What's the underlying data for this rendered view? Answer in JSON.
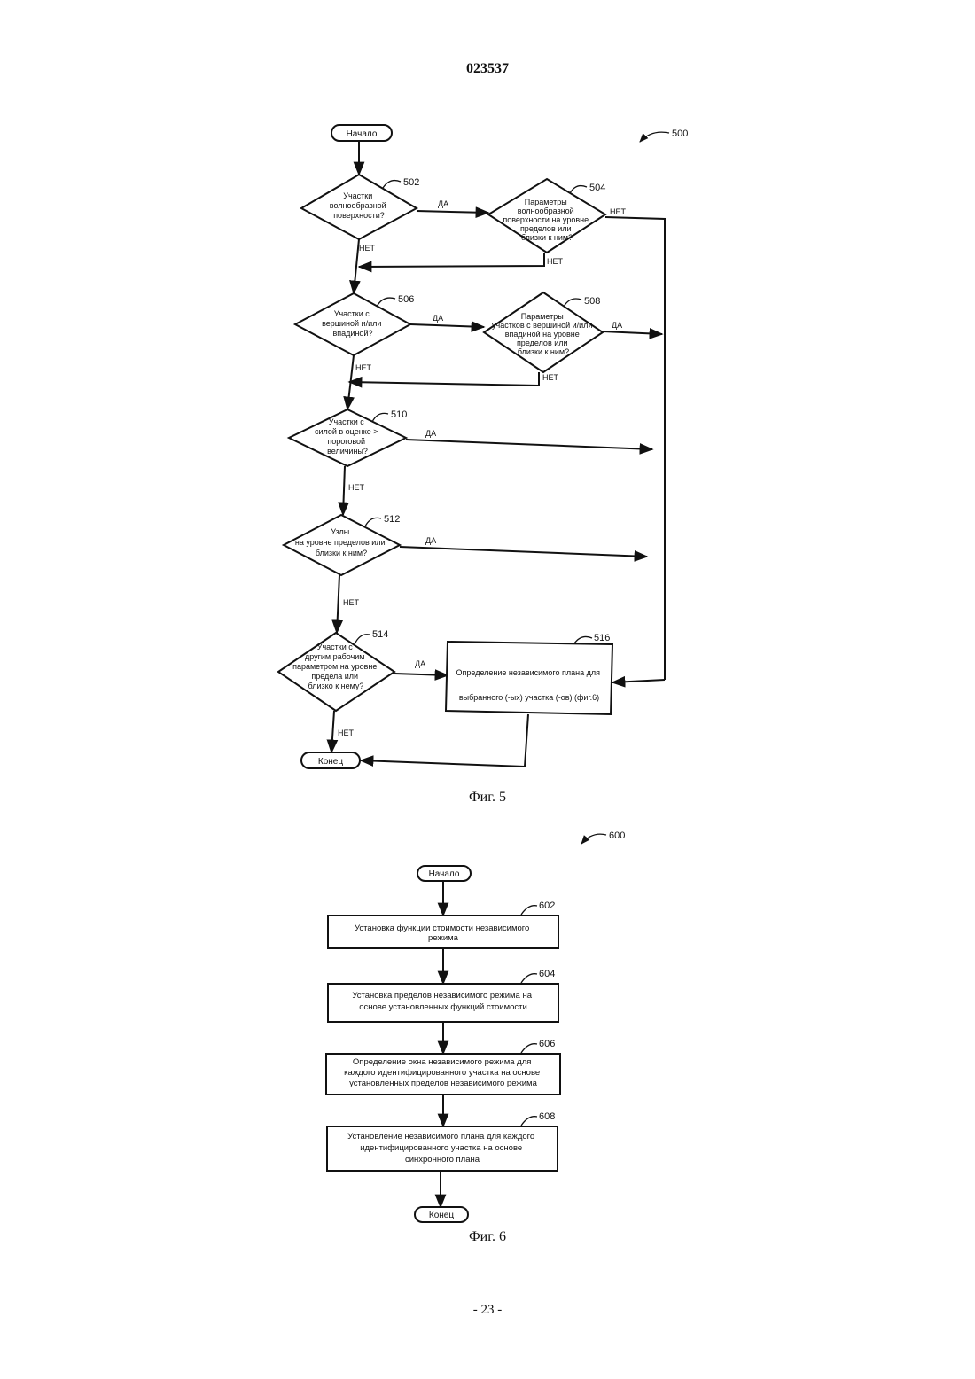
{
  "header": {
    "doc_number": "023537"
  },
  "figure5": {
    "ref": "500",
    "caption": "Фиг. 5",
    "start": "Начало",
    "end": "Конец",
    "nodes": {
      "d502": {
        "ref": "502",
        "lines": [
          "Участки",
          "волнообразной",
          "поверхности?"
        ]
      },
      "d504": {
        "ref": "504",
        "lines": [
          "Параметры",
          "волнообразной",
          "поверхности на уровне",
          "пределов или",
          "близки к ним?"
        ]
      },
      "d506": {
        "ref": "506",
        "lines": [
          "Участки с",
          "вершиной и/или",
          "впадиной?"
        ]
      },
      "d508": {
        "ref": "508",
        "lines": [
          "Параметры",
          "участков с вершиной и/или",
          "впадиной на уровне",
          "пределов или",
          "близки к ним?"
        ]
      },
      "d510": {
        "ref": "510",
        "lines": [
          "Участки с",
          "силой в оценке >",
          "пороговой",
          "величины?"
        ]
      },
      "d512": {
        "ref": "512",
        "lines": [
          "Узлы",
          "на уровне пределов или",
          "близки к ним?"
        ]
      },
      "d514": {
        "ref": "514",
        "lines": [
          "Участки с",
          "другим рабочим",
          "параметром на уровне",
          "предела или",
          "близко к нему?"
        ]
      },
      "p516": {
        "ref": "516",
        "lines": [
          "Определение независимого плана для",
          "выбранного (-ых) участка (-ов) (фиг.6)"
        ]
      }
    },
    "labels": {
      "l502_yes": "ДА",
      "l502_no": "НЕТ",
      "l504_no_right": "НЕТ",
      "l504_no_down": "НЕТ",
      "l506_yes": "ДА",
      "l506_no": "НЕТ",
      "l508_yes": "ДА",
      "l508_no": "НЕТ",
      "l510_yes": "ДА",
      "l510_no": "НЕТ",
      "l512_yes": "ДА",
      "l512_no": "НЕТ",
      "l514_yes": "ДА",
      "l514_no": "НЕТ"
    }
  },
  "figure6": {
    "ref": "600",
    "caption": "Фиг. 6",
    "start": "Начало",
    "end": "Конец",
    "steps": [
      {
        "ref": "602",
        "lines": [
          "Установка функции стоимости независимого",
          "режима"
        ]
      },
      {
        "ref": "604",
        "lines": [
          "Установка пределов независимого режима на",
          "основе установленных функций стоимости"
        ]
      },
      {
        "ref": "606",
        "lines": [
          "Определение окна независимого режима для",
          "каждого идентифицированного участка на основе",
          "установленных пределов независимого режима"
        ]
      },
      {
        "ref": "608",
        "lines": [
          "Установление независимого плана для каждого",
          "идентифицированного участка на основе",
          "синхронного плана"
        ]
      }
    ]
  },
  "footer": {
    "page_number": "- 23 -"
  }
}
